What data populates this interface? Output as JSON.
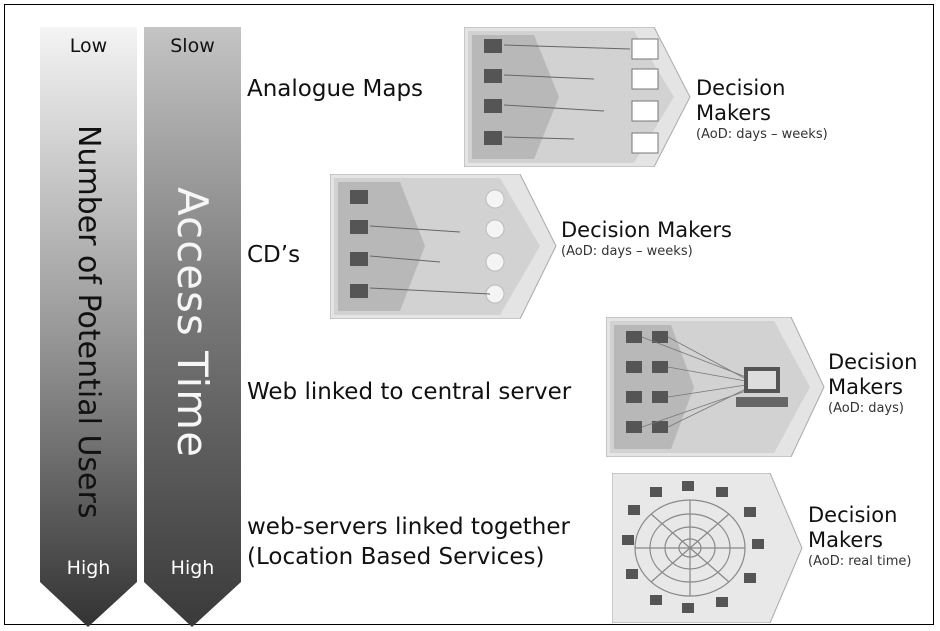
{
  "arrows": [
    {
      "top_label": "Low",
      "bottom_label": "High",
      "vertical_text": "Number of Potential Users"
    },
    {
      "top_label": "Slow",
      "bottom_label": "High",
      "vertical_text": "Access Time"
    }
  ],
  "rows": [
    {
      "label": "Analogue Maps",
      "dm_title": "Decision Makers",
      "dm_title_lines": [
        "Decision",
        "Makers"
      ],
      "dm_aod": "(AoD: days – weeks)",
      "icon": "paper-map-icon"
    },
    {
      "label": "CD’s",
      "dm_title": "Decision Makers",
      "dm_title_lines": [
        "Decision Makers"
      ],
      "dm_aod": "(AoD: days – weeks)",
      "icon": "cd-disc-icon"
    },
    {
      "label": "Web linked to central server",
      "dm_title": "Decision Makers",
      "dm_title_lines": [
        "Decision",
        "Makers"
      ],
      "dm_aod": "(AoD: days)",
      "icon": "central-server-icon"
    },
    {
      "label": "web-servers linked together",
      "label2": "(Location Based Services)",
      "dm_title": "Decision Makers",
      "dm_title_lines": [
        "Decision",
        "Makers"
      ],
      "dm_aod": "(AoD: real time)",
      "icon": "web-network-icon"
    }
  ]
}
